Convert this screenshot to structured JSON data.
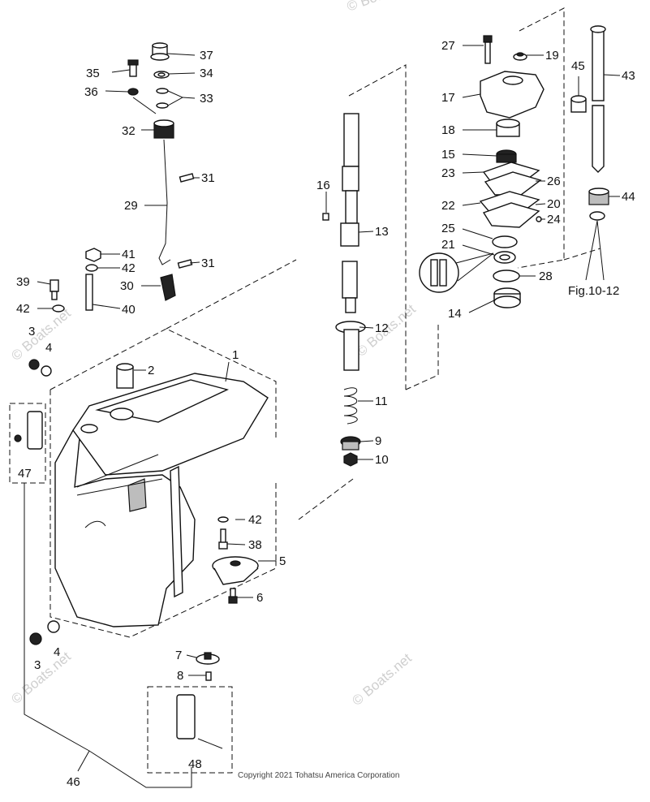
{
  "callouts": {
    "p1": "1",
    "p2": "2",
    "p3a": "3",
    "p3b": "3",
    "p4a": "4",
    "p4b": "4",
    "p5": "5",
    "p6": "6",
    "p7": "7",
    "p8": "8",
    "p9": "9",
    "p10": "10",
    "p11": "11",
    "p12": "12",
    "p13": "13",
    "p14": "14",
    "p15": "15",
    "p16": "16",
    "p17": "17",
    "p18": "18",
    "p19": "19",
    "p20": "20",
    "p21": "21",
    "p22": "22",
    "p23": "23",
    "p24": "24",
    "p25": "25",
    "p26": "26",
    "p27": "27",
    "p28": "28",
    "p29": "29",
    "p30": "30",
    "p31a": "31",
    "p31b": "31",
    "p32": "32",
    "p33": "33",
    "p34": "34",
    "p35": "35",
    "p36": "36",
    "p37": "37",
    "p38": "38",
    "p39": "39",
    "p40": "40",
    "p41": "41",
    "p42a": "42",
    "p42b": "42",
    "p42c": "42",
    "p43": "43",
    "p44": "44",
    "p45": "45",
    "p46": "46",
    "p47": "47",
    "p48": "48"
  },
  "figure_ref": "Fig.10-12",
  "watermarks": [
    "© Boats.net",
    "© Boats.net",
    "© Boats.net",
    "© Boats.net",
    "© Boats.net"
  ],
  "copyright": "Copyright 2021 Tohatsu America Corporation"
}
